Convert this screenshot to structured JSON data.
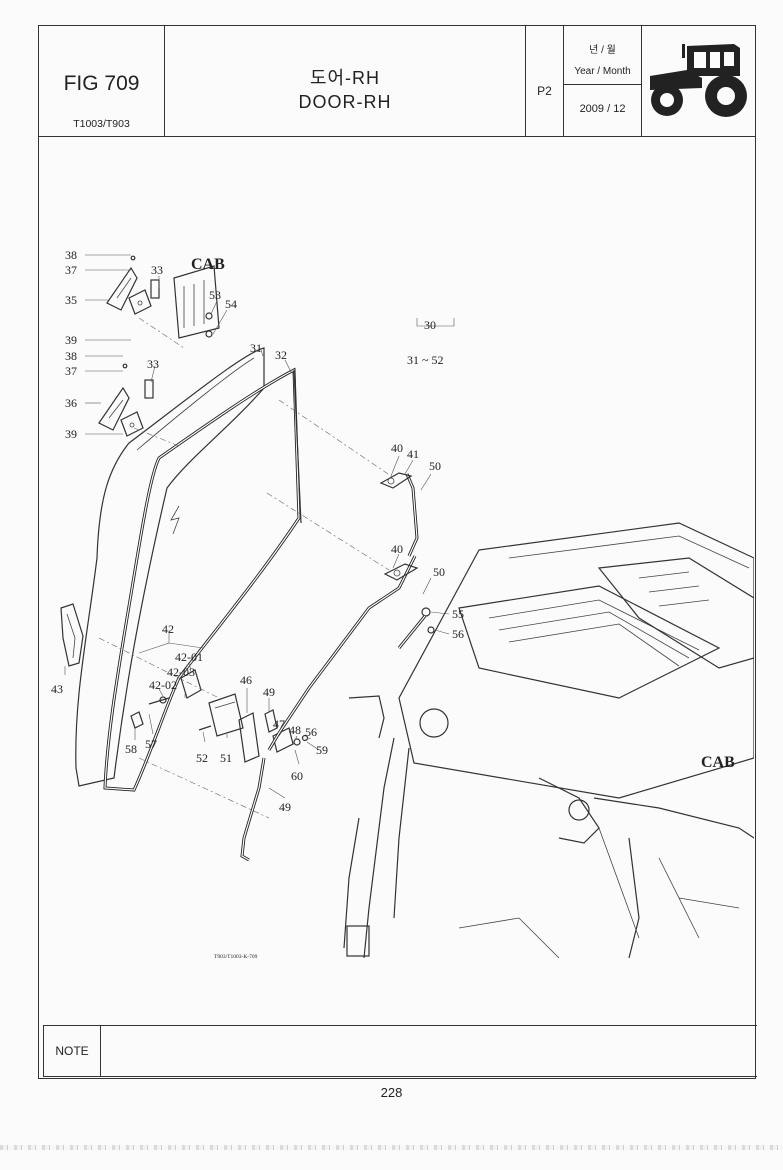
{
  "header": {
    "fig_no": "FIG 709",
    "models": "T1003/T903",
    "title_ko": "도어-RH",
    "title_en": "DOOR-RH",
    "page_code": "P2",
    "date_label_ko": "년 / 월",
    "date_label_en": "Year / Month",
    "date_value": "2009 / 12",
    "logo_icon": "tractor-icon"
  },
  "diagram": {
    "assembly_label": "30",
    "assembly_range": "31 ~ 52",
    "cab_label_top": "CAB",
    "cab_label_right": "CAB",
    "drawing_code": "T903/T1003-K-709",
    "callouts": [
      "38",
      "37",
      "35",
      "33",
      "53",
      "54",
      "39",
      "38",
      "37",
      "36",
      "33",
      "39",
      "31",
      "32",
      "40",
      "41",
      "50",
      "40",
      "50",
      "55",
      "56",
      "42",
      "42-01",
      "42-03",
      "42-02",
      "43",
      "58",
      "57",
      "52",
      "51",
      "46",
      "49",
      "47",
      "48",
      "56",
      "59",
      "60",
      "49"
    ]
  },
  "note": {
    "label": "NOTE"
  },
  "page_number": "228"
}
